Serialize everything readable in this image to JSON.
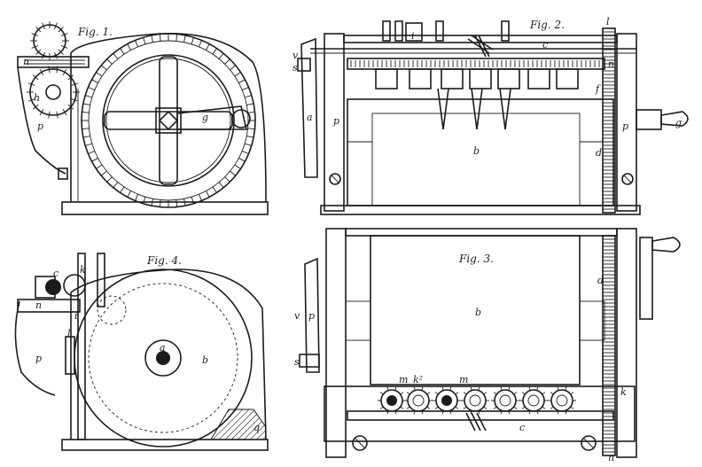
{
  "figures": {
    "fig1": {
      "title": "Fig. 1.",
      "labels": {
        "n": "n",
        "h": "h",
        "g": "g",
        "p": "p"
      }
    },
    "fig2": {
      "title": "Fig. 2.",
      "labels": {
        "c": "c",
        "l": "l",
        "s": "s",
        "v": "v",
        "a": "a",
        "p_left": "p",
        "p_right": "p",
        "b": "b",
        "d": "d",
        "n": "n",
        "g": "g",
        "f": "f",
        "i": "i"
      }
    },
    "fig3": {
      "title": "Fig. 3.",
      "labels": {
        "b": "b",
        "d": "d",
        "c": "c",
        "k": "k",
        "m1": "m",
        "m2": "m",
        "k2": "k²",
        "n": "n",
        "v": "v",
        "s": "s",
        "p": "p"
      }
    },
    "fig4": {
      "title": "Fig. 4.",
      "labels": {
        "a": "a",
        "b": "b",
        "c": "c",
        "k": "k",
        "n": "n",
        "l": "l",
        "p": "p",
        "q": "q",
        "i": "i"
      }
    }
  }
}
